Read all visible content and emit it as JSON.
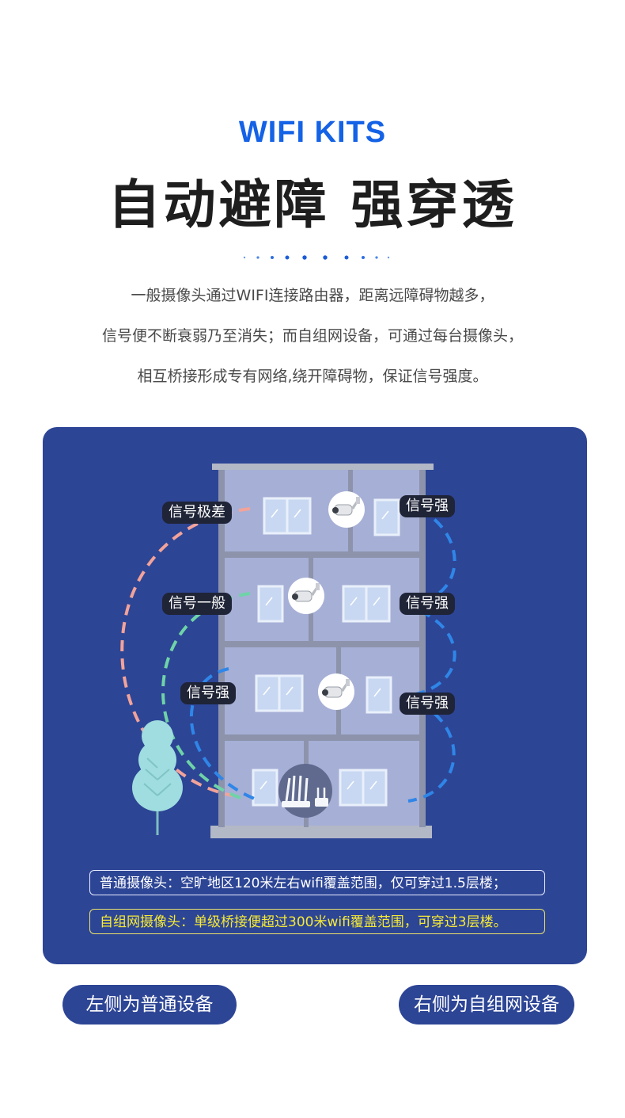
{
  "kicker": "WIFI KITS",
  "headline": "自动避障 强穿透",
  "description": [
    "一般摄像头通过WIFI连接路由器，距离远障碍物越多，",
    "信号便不断衰弱乃至消失；而自组网设备，可通过每台摄像头，",
    "相互桥接形成专有网络,绕开障碍物，保证信号强度。"
  ],
  "diagram": {
    "left_labels": [
      "信号极差",
      "信号一般",
      "信号强"
    ],
    "right_labels": [
      "信号强",
      "信号强",
      "信号强"
    ],
    "icons": [
      "building-icon",
      "camera-icon",
      "router-icon",
      "tree-icon",
      "window-icon"
    ],
    "colors": {
      "panel": "#2d4595",
      "weak_signal": "#f2a39a",
      "medium_signal": "#6fd3a8",
      "strong_signal": "#2f86e8",
      "mesh_note": "#f6ea36"
    }
  },
  "notes": {
    "plain": "普通摄像头：空旷地区120米左右wifi覆盖范围，仅可穿过1.5层楼；",
    "mesh": "自组网摄像头：单级桥接便超过300米wifi覆盖范围，可穿过3层楼。"
  },
  "buttons": {
    "left": "左侧为普通设备",
    "right": "右侧为自组网设备"
  }
}
